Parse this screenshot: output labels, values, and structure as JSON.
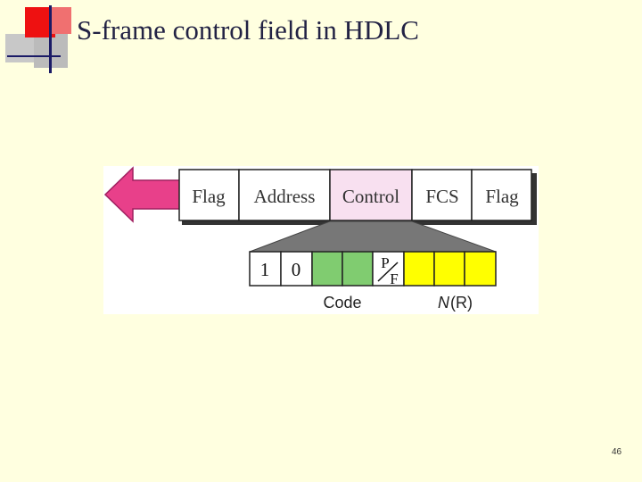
{
  "slide": {
    "title": "S-frame control field in HDLC",
    "page_number": "46"
  },
  "frame_fields": [
    "Flag",
    "Address",
    "Control",
    "FCS",
    "Flag"
  ],
  "control_bits": {
    "bit1": "1",
    "bit2": "0",
    "pf_top": "P",
    "pf_bottom": "F"
  },
  "labels": {
    "code": "Code",
    "nr_prefix": "N",
    "nr_suffix": "(R)"
  },
  "colors": {
    "background": "#ffffe0",
    "arrow": "#e8408a",
    "control_highlight": "#f8e0f0",
    "code_bits": "#80cc70",
    "nr_bits": "#ffff00",
    "deco_red": "#ee1111",
    "deco_gray": "#c8c8c8",
    "deco_line": "#1a1a66"
  }
}
